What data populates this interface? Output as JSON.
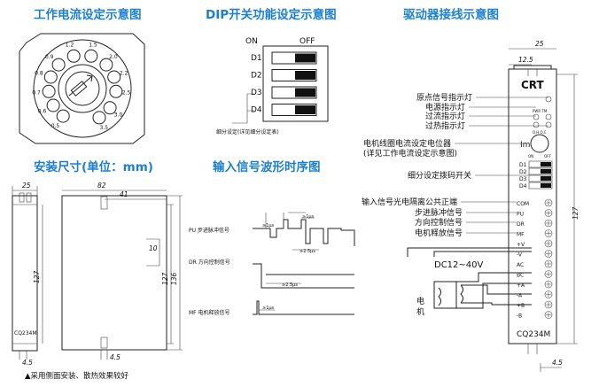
{
  "headings": {
    "current_setting": "工作电流设定示意图",
    "dip_setting": "DIP开关功能设定示意图",
    "wiring": "驱动器接线示意图",
    "install_size": "安装尺寸(单位：mm)",
    "signal_timing": "输入信号波形时序图"
  },
  "current_dial": {
    "labels": [
      "1.2",
      "1.5",
      "0.9",
      "2.0",
      "0.8",
      "2.2",
      "0.7",
      "2.5",
      "0.6",
      "3.0",
      "0.5",
      "3.5"
    ]
  },
  "dip": {
    "on_label": "ON",
    "off_label": "OFF",
    "switches": [
      "D1",
      "D2",
      "D3",
      "D4"
    ],
    "caption": "细分设定(详见细分设定表)"
  },
  "install": {
    "dims": {
      "side_width": "25",
      "side_height": "127",
      "front_width": "82",
      "front_offset": "41",
      "front_height": "127",
      "total_height": "136",
      "slot": "10",
      "side_bottom": "4.5",
      "front_bottom": "4.5"
    },
    "side_label": "CQ234M",
    "note": "▲采用侧面安装、散热效果较好"
  },
  "timing": {
    "signals": [
      "PU 步进脉冲信号",
      "DR 方向控制信号",
      "MF 电机释放信号"
    ],
    "marks": [
      "≥1μs",
      "≥1μs",
      "≥2.5μs",
      "≥2.5μs",
      "≥1μs"
    ]
  },
  "wiring": {
    "dims": {
      "width": "25",
      "top": "12.5",
      "height": "127",
      "bottom": "4.5"
    },
    "logo": "CRT",
    "model": "CQ234M",
    "indicators_small": "PWR TM",
    "indicators_small2": "O.H O.C",
    "dial_label": "Im",
    "dip_labels": [
      "D1",
      "D2",
      "D3",
      "D4"
    ],
    "dip_on": "ON",
    "dip_off": "OFF",
    "left_labels": [
      "原点信号指示灯",
      "电源指示灯",
      "过流指示灯",
      "过热指示灯",
      "电机线圈电流设定电位器",
      "(详见工作电流设定示意图)",
      "细分设定拨码开关",
      "输入信号光电隔离公共正端",
      "步进脉冲信号",
      "方向控制信号",
      "电机释放信号"
    ],
    "terminals": [
      "COM",
      "PU",
      "DR",
      "MF",
      "+V",
      "-V",
      "AC",
      "BC",
      "+A",
      "-A",
      "+B",
      "-B"
    ],
    "supply": "DC12~40V",
    "motor": [
      "电",
      "机"
    ]
  }
}
